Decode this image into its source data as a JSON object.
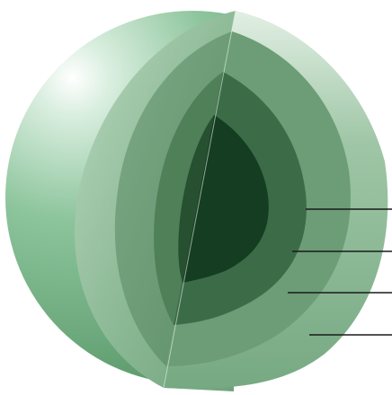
{
  "diagram": {
    "type": "layered-sphere-cutaway",
    "layers": [
      {
        "name": "outer-shell",
        "color": "#78b888"
      },
      {
        "name": "layer-2",
        "color": "#5f9a6c"
      },
      {
        "name": "layer-3",
        "color": "#3f6f4b"
      },
      {
        "name": "core",
        "color": "#153d22"
      }
    ],
    "leader_lines": 4,
    "leader_line_color": "#1a1a1a"
  }
}
